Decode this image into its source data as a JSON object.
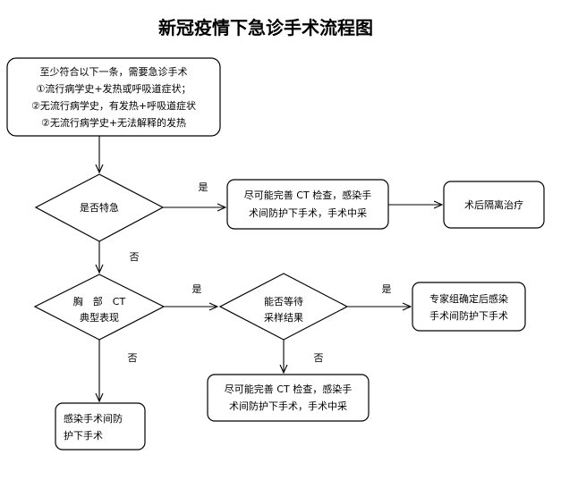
{
  "title": "新冠疫情下急诊手术流程图",
  "start_box": {
    "lines": [
      "至少符合以下一条，需要急诊手术",
      "①流行病学史+发热或呼吸道症状；",
      "②无流行病学史，有发热+呼吸道症状",
      "②无流行病学史+无法解释的发热"
    ]
  },
  "decision_urgent": {
    "label": "是否特急"
  },
  "box_urgent_yes": {
    "lines": [
      "尽可能完善 CT 检查，感染手",
      "术间防护下手术，手术中采"
    ]
  },
  "box_post_op": {
    "label": "术后隔离治疗"
  },
  "decision_ct": {
    "lines": [
      "胸　部　CT",
      "典型表现"
    ]
  },
  "decision_wait": {
    "lines": [
      "能否等待",
      "采样结果"
    ]
  },
  "box_expert": {
    "lines": [
      "专家组确定后感染",
      "手术间防护下手术"
    ]
  },
  "box_wait_no": {
    "lines": [
      "尽可能完善 CT 检查，感染手",
      "术间防护下手术，手术中采"
    ]
  },
  "box_ct_no": {
    "lines": [
      "感染手术间防",
      "护下手术"
    ]
  },
  "edge_labels": {
    "urgent_yes": "是",
    "urgent_no": "否",
    "ct_yes": "是",
    "ct_no": "否",
    "wait_yes": "是",
    "wait_no": "否"
  }
}
